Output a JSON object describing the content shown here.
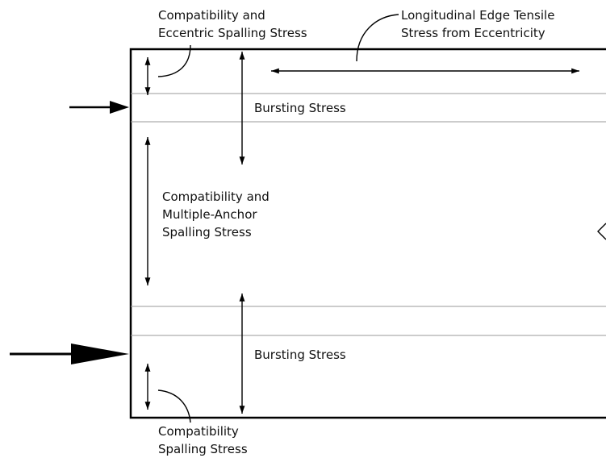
{
  "labels": {
    "compat_eccentric": [
      "Compatibility and",
      "Eccentric Spalling Stress"
    ],
    "longitudinal_edge": [
      "Longitudinal Edge Tensile",
      "Stress from Eccentricity"
    ],
    "bursting_top": "Bursting Stress",
    "compat_multiple": [
      "Compatibility and",
      "Multiple-Anchor",
      "Spalling Stress"
    ],
    "bursting_bottom": "Bursting Stress",
    "compat_bottom": [
      "Compatibility",
      "Spalling Stress"
    ]
  },
  "colors": {
    "line": "#000000",
    "grid": "#999999",
    "text": "#111111"
  }
}
